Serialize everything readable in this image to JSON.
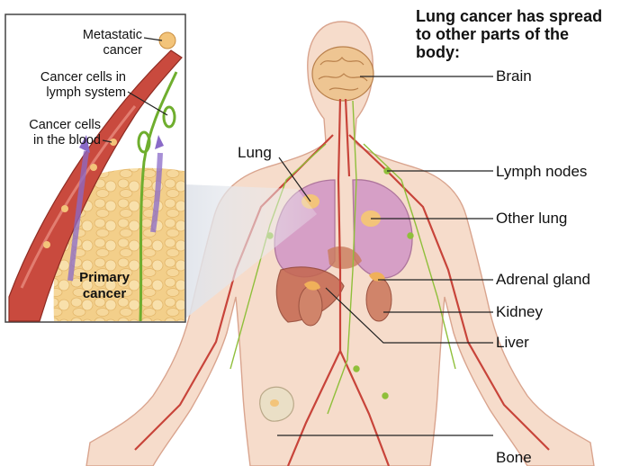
{
  "title": "Lung cancer has spread\nto other parts of the\nbody:",
  "labels": {
    "brain": "Brain",
    "lymph_nodes": "Lymph nodes",
    "other_lung": "Other lung",
    "adrenal_gland": "Adrenal gland",
    "kidney": "Kidney",
    "liver": "Liver",
    "bone": "Bone",
    "lung": "Lung"
  },
  "inset": {
    "metastatic": "Metastatic\ncancer",
    "lymph": "Cancer cells in\nlymph system",
    "blood": "Cancer cells\nin the blood",
    "primary": "Primary\ncancer"
  },
  "colors": {
    "skin": "#f6dccb",
    "skin_edge": "#d9a48e",
    "lung": "#d49ac6",
    "artery": "#c8443a",
    "lymph": "#8fbf3a",
    "tumor": "#f2c27a",
    "leader": "#222222"
  }
}
